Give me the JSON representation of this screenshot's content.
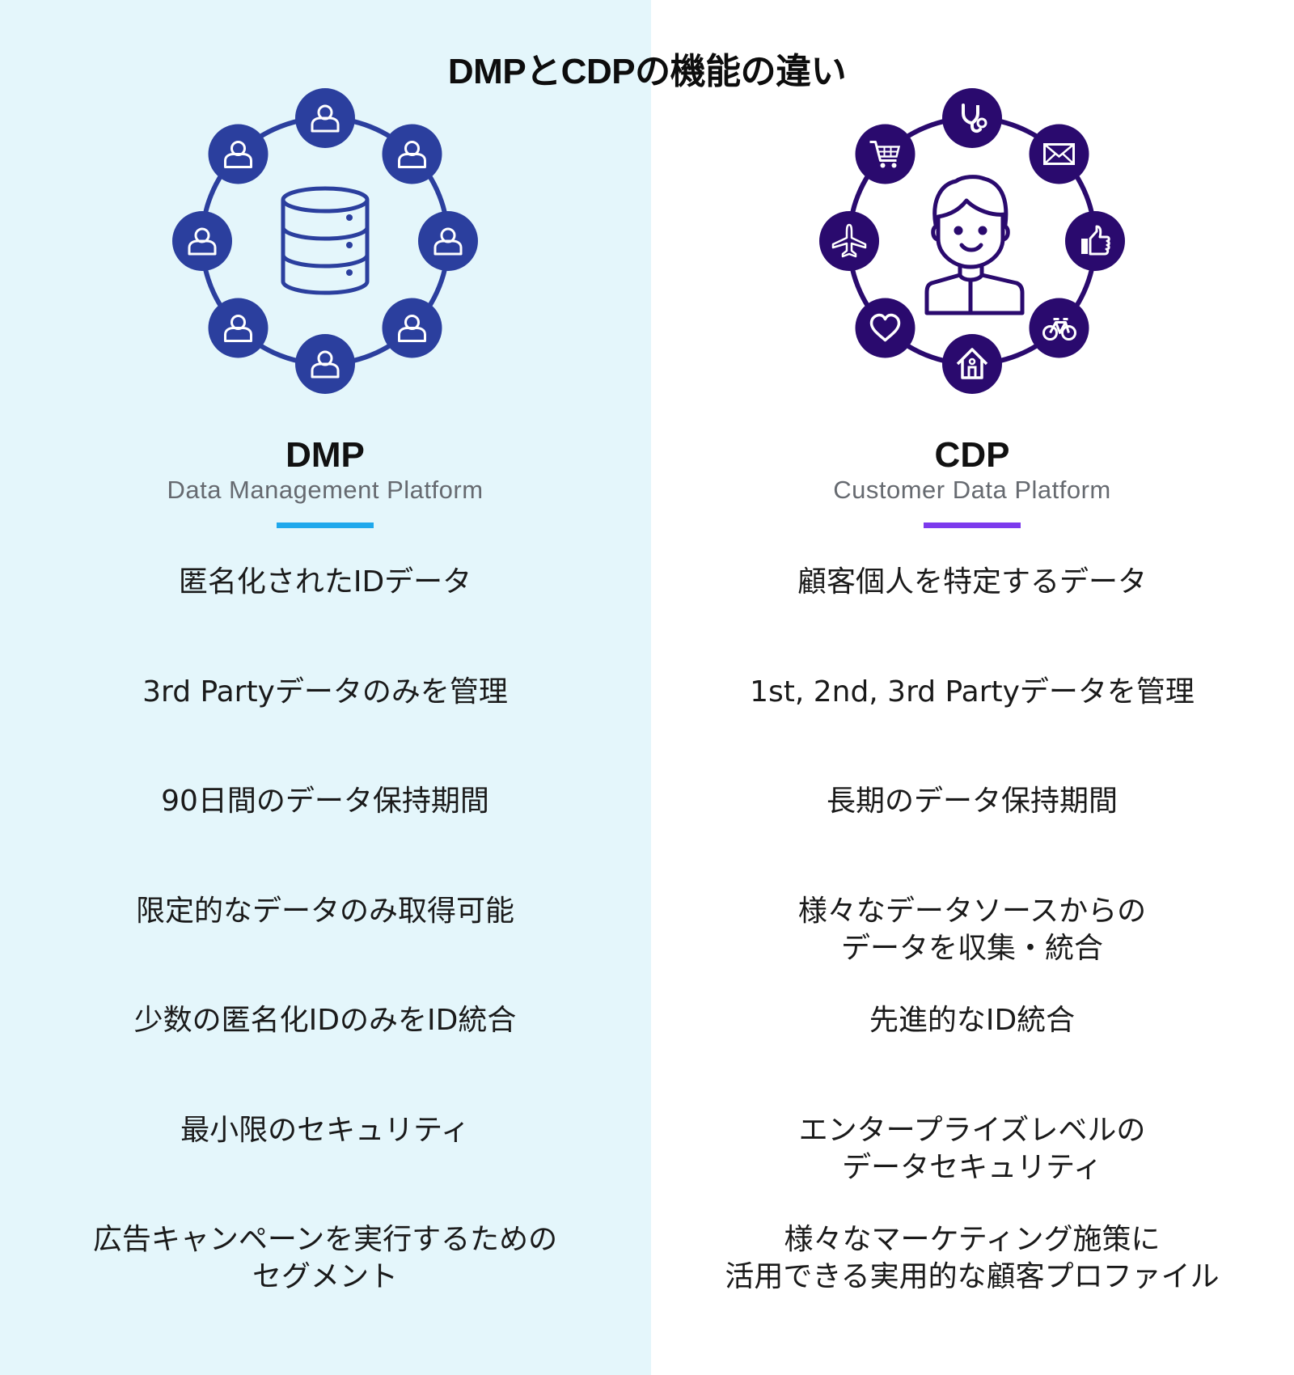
{
  "title": "DMPとCDPの機能の違い",
  "colors": {
    "left_background": "#e4f6fb",
    "right_background": "#ffffff",
    "dmp_accent": "#2b3f9e",
    "dmp_underline": "#1fa8ec",
    "cdp_accent": "#2a0a6e",
    "cdp_underline": "#7c3aed"
  },
  "dmp": {
    "heading": "DMP",
    "subheading": "Data Management Platform",
    "center_icon": "database-icon",
    "ring_icons": [
      "user-icon",
      "user-icon",
      "user-icon",
      "user-icon",
      "user-icon",
      "user-icon",
      "user-icon",
      "user-icon"
    ],
    "features": [
      [
        "匿名化されたIDデータ"
      ],
      [
        "3rd Partyデータのみを管理"
      ],
      [
        "90日間のデータ保持期間"
      ],
      [
        "限定的なデータのみ取得可能"
      ],
      [
        "少数の匿名化IDのみをID統合"
      ],
      [
        "最小限のセキュリティ"
      ],
      [
        "広告キャンペーンを実行するための",
        "セグメント"
      ]
    ]
  },
  "cdp": {
    "heading": "CDP",
    "subheading": "Customer Data Platform",
    "center_icon": "customer-person-icon",
    "ring_icons": [
      "stethoscope-icon",
      "mail-icon",
      "thumbs-up-icon",
      "bicycle-icon",
      "home-icon",
      "heart-icon",
      "airplane-icon",
      "shopping-cart-icon"
    ],
    "features": [
      [
        "顧客個人を特定するデータ"
      ],
      [
        "1st, 2nd, 3rd Partyデータを管理"
      ],
      [
        "長期のデータ保持期間"
      ],
      [
        "様々なデータソースからの",
        "データを収集・統合"
      ],
      [
        "先進的なID統合"
      ],
      [
        "エンタープライズレベルの",
        "データセキュリティ"
      ],
      [
        "様々なマーケティング施策に",
        "活用できる実用的な顧客プロファイル"
      ]
    ]
  }
}
